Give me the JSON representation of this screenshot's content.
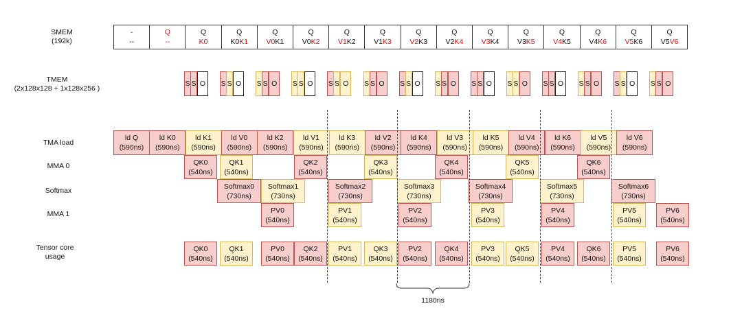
{
  "labels": {
    "smem": "SMEM\n(192k)",
    "tmem": "TMEM\n(2x128x128 + 1x128x256 )",
    "tma": "TMA load",
    "mma0": "MMA 0",
    "softmax": "Softmax",
    "mma1": "MMA 1",
    "tensor": "Tensor core\nusage"
  },
  "smem": [
    [
      {
        "t": "-",
        "c": "k"
      }
    ],
    [
      {
        "t": "Q",
        "c": "r"
      }
    ],
    [
      {
        "t": "Q",
        "c": "k"
      }
    ],
    [
      {
        "t": "Q",
        "c": "k"
      }
    ],
    [
      {
        "t": "Q",
        "c": "k"
      }
    ],
    [
      {
        "t": "Q",
        "c": "k"
      }
    ],
    [
      {
        "t": "Q",
        "c": "k"
      }
    ],
    [
      {
        "t": "Q",
        "c": "k"
      }
    ],
    [
      {
        "t": "Q",
        "c": "k"
      }
    ],
    [
      {
        "t": "Q",
        "c": "k"
      }
    ],
    [
      {
        "t": "Q",
        "c": "k"
      }
    ],
    [
      {
        "t": "Q",
        "c": "k"
      }
    ],
    [
      {
        "t": "Q",
        "c": "k"
      }
    ],
    [
      {
        "t": "Q",
        "c": "k"
      }
    ],
    [
      {
        "t": "Q",
        "c": "k"
      }
    ],
    [
      {
        "t": "Q",
        "c": "k"
      }
    ]
  ],
  "smem_line2": [
    [
      {
        "t": "--",
        "c": "k"
      }
    ],
    [
      {
        "t": "--",
        "c": "r"
      }
    ],
    [
      {
        "t": "K0",
        "c": "r"
      }
    ],
    [
      {
        "t": "K0",
        "c": "k"
      },
      {
        "t": "K1",
        "c": "r"
      }
    ],
    [
      {
        "t": "V0",
        "c": "r"
      },
      {
        "t": "K1",
        "c": "k"
      }
    ],
    [
      {
        "t": "V0",
        "c": "k"
      },
      {
        "t": "K2",
        "c": "r"
      }
    ],
    [
      {
        "t": "V1",
        "c": "r"
      },
      {
        "t": "K2",
        "c": "k"
      }
    ],
    [
      {
        "t": "V1",
        "c": "k"
      },
      {
        "t": "K3",
        "c": "r"
      }
    ],
    [
      {
        "t": "V2",
        "c": "r"
      },
      {
        "t": "K3",
        "c": "k"
      }
    ],
    [
      {
        "t": "V2",
        "c": "k"
      },
      {
        "t": "K4",
        "c": "r"
      }
    ],
    [
      {
        "t": "V3",
        "c": "r"
      },
      {
        "t": "K4",
        "c": "k"
      }
    ],
    [
      {
        "t": "V3",
        "c": "k"
      },
      {
        "t": "K5",
        "c": "r"
      }
    ],
    [
      {
        "t": "V4",
        "c": "r"
      },
      {
        "t": "K5",
        "c": "k"
      }
    ],
    [
      {
        "t": "V4",
        "c": "k"
      },
      {
        "t": "K6",
        "c": "r"
      }
    ],
    [
      {
        "t": "V5",
        "c": "r"
      },
      {
        "t": "K6",
        "c": "k"
      }
    ],
    [
      {
        "t": "V5",
        "c": "k"
      },
      {
        "t": "V6",
        "c": "r"
      }
    ]
  ],
  "tmem_groups": [
    [
      "red",
      "red",
      "white"
    ],
    [
      "red",
      "yellow",
      "white"
    ],
    [
      "yellow",
      "red",
      "red"
    ],
    [
      "yellow",
      "yellow",
      "white"
    ],
    [
      "red",
      "yellow",
      "yellow"
    ],
    [
      "yellow",
      "red",
      "red"
    ],
    [
      "red",
      "yellow",
      "white"
    ],
    [
      "yellow",
      "red",
      "red"
    ],
    [
      "red",
      "red",
      "white"
    ],
    [
      "yellow",
      "yellow",
      "red"
    ],
    [
      "red",
      "red",
      "white"
    ],
    [
      "yellow",
      "red",
      "red"
    ],
    [
      "red",
      "yellow",
      "white"
    ],
    [
      "yellow",
      "red",
      "red"
    ]
  ],
  "tmem_text": {
    "s": "S",
    "o": "O"
  },
  "tma": [
    {
      "l": "ld Q",
      "t": "(590ns)",
      "c": "pink"
    },
    {
      "l": "ld K0",
      "t": "(590ns)",
      "c": "pink"
    },
    {
      "l": "ld K1",
      "t": "(590ns)",
      "c": "yellow"
    },
    {
      "l": "ld V0",
      "t": "(590ns)",
      "c": "pink"
    },
    {
      "l": "ld K2",
      "t": "(590ns)",
      "c": "pink"
    },
    {
      "l": "ld V1",
      "t": "(590ns)",
      "c": "yellow"
    },
    {
      "l": "ld K3",
      "t": "(590ns)",
      "c": "yellow"
    },
    {
      "l": "ld V2",
      "t": "(590ns)",
      "c": "pink"
    },
    {
      "l": "ld K4",
      "t": "(590ns)",
      "c": "pink"
    },
    {
      "l": "ld V3",
      "t": "(590ns)",
      "c": "yellow"
    },
    {
      "l": "ld K5",
      "t": "(590ns)",
      "c": "yellow"
    },
    {
      "l": "ld V4",
      "t": "(590ns)",
      "c": "pink"
    },
    {
      "l": "ld K6",
      "t": "(590ns)",
      "c": "pink"
    },
    {
      "l": "ld V5",
      "t": "(590ns)",
      "c": "yellow"
    },
    {
      "l": "ld V6",
      "t": "(590ns)",
      "c": "pink"
    }
  ],
  "mma0": [
    {
      "l": "QK0",
      "t": "(540ns)",
      "c": "pink"
    },
    {
      "l": "QK1",
      "t": "(540ns)",
      "c": "yellow"
    },
    {
      "l": "QK2",
      "t": "(540ns)",
      "c": "pink"
    },
    {
      "l": "QK3",
      "t": "(540ns)",
      "c": "yellow"
    },
    {
      "l": "QK4",
      "t": "(540ns)",
      "c": "pink"
    },
    {
      "l": "QK5",
      "t": "(540ns)",
      "c": "yellow"
    },
    {
      "l": "QK6",
      "t": "(540ns)",
      "c": "pink"
    }
  ],
  "softmax": [
    {
      "l": "Softmax0",
      "t": "(730ns)",
      "c": "pink"
    },
    {
      "l": "Softmax1",
      "t": "(730ns)",
      "c": "yellow"
    },
    {
      "l": "Softmax2",
      "t": "(730ns)",
      "c": "pink"
    },
    {
      "l": "Softmax3",
      "t": "(730ns)",
      "c": "yellow"
    },
    {
      "l": "Softmax4",
      "t": "(730ns)",
      "c": "pink"
    },
    {
      "l": "Softmax5",
      "t": "(730ns)",
      "c": "yellow"
    },
    {
      "l": "Softmax6",
      "t": "(730ns)",
      "c": "pink"
    }
  ],
  "mma1": [
    {
      "l": "PV0",
      "t": "(540ns)",
      "c": "pink"
    },
    {
      "l": "PV1",
      "t": "(540ns)",
      "c": "yellow"
    },
    {
      "l": "PV2",
      "t": "(540ns)",
      "c": "pink"
    },
    {
      "l": "PV3",
      "t": "(540ns)",
      "c": "yellow"
    },
    {
      "l": "PV4",
      "t": "(540ns)",
      "c": "pink"
    },
    {
      "l": "PV5",
      "t": "(540ns)",
      "c": "yellow"
    },
    {
      "l": "PV6",
      "t": "(540ns)",
      "c": "pink"
    }
  ],
  "tensor": [
    {
      "l": "QK0",
      "t": "(540ns)",
      "c": "pink"
    },
    {
      "l": "QK1",
      "t": "(540ns)",
      "c": "yellow"
    },
    {
      "l": "PV0",
      "t": "(540ns)",
      "c": "pink"
    },
    {
      "l": "QK2",
      "t": "(540ns)",
      "c": "pink"
    },
    {
      "l": "PV1",
      "t": "(540ns)",
      "c": "yellow"
    },
    {
      "l": "QK3",
      "t": "(540ns)",
      "c": "yellow"
    },
    {
      "l": "PV2",
      "t": "(540ns)",
      "c": "pink"
    },
    {
      "l": "QK4",
      "t": "(540ns)",
      "c": "pink"
    },
    {
      "l": "PV3",
      "t": "(540ns)",
      "c": "yellow"
    },
    {
      "l": "QK5",
      "t": "(540ns)",
      "c": "yellow"
    },
    {
      "l": "PV4",
      "t": "(540ns)",
      "c": "pink"
    },
    {
      "l": "QK6",
      "t": "(540ns)",
      "c": "pink"
    },
    {
      "l": "PV5",
      "t": "(540ns)",
      "c": "yellow"
    },
    {
      "l": "PV6",
      "t": "(540ns)",
      "c": "pink"
    }
  ],
  "brace_label": "1180ns",
  "colors": {
    "pink": "#f8cecc",
    "yellow": "#fff2cc",
    "red_text": "#e01010"
  }
}
